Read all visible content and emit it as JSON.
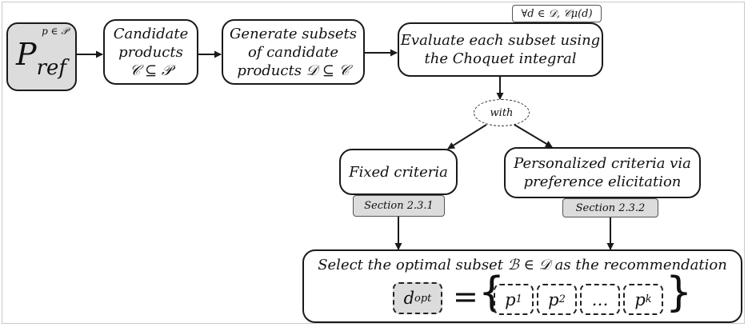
{
  "pref": {
    "superscript": "p ∈ 𝒫",
    "main": "P",
    "sub": "ref"
  },
  "candidate": {
    "line1": "Candidate",
    "line2": "products",
    "line3": "𝒞 ⊆ 𝒫"
  },
  "generate": {
    "line1": "Generate subsets",
    "line2": "of candidate",
    "line3": "products 𝒟 ⊆ 𝒞"
  },
  "evaluate": {
    "line1": "Evaluate each subset using",
    "line2": "the Choquet integral",
    "tag": "∀d ∈ 𝒟, 𝒞μ(d)"
  },
  "with_label": "with",
  "fixed": {
    "label": "Fixed criteria",
    "section": "Section 2.3.1"
  },
  "personalized": {
    "line1": "Personalized criteria via",
    "line2": "preference elicitation",
    "section": "Section 2.3.2"
  },
  "select": {
    "text": "Select the optimal subset ℬ ∈ 𝒟 as the recommendation",
    "dopt_main": "d",
    "dopt_sub": "opt",
    "equals": "=",
    "brace_open": "{",
    "brace_close": "}",
    "items": [
      {
        "main": "p",
        "sub": "1"
      },
      {
        "main": "p",
        "sub": "2"
      },
      {
        "main": "…",
        "sub": ""
      },
      {
        "main": "p",
        "sub": "k"
      }
    ]
  },
  "colors": {
    "line": "#1a1a1a",
    "grey_fill": "#dcdcdc",
    "background": "#ffffff"
  }
}
